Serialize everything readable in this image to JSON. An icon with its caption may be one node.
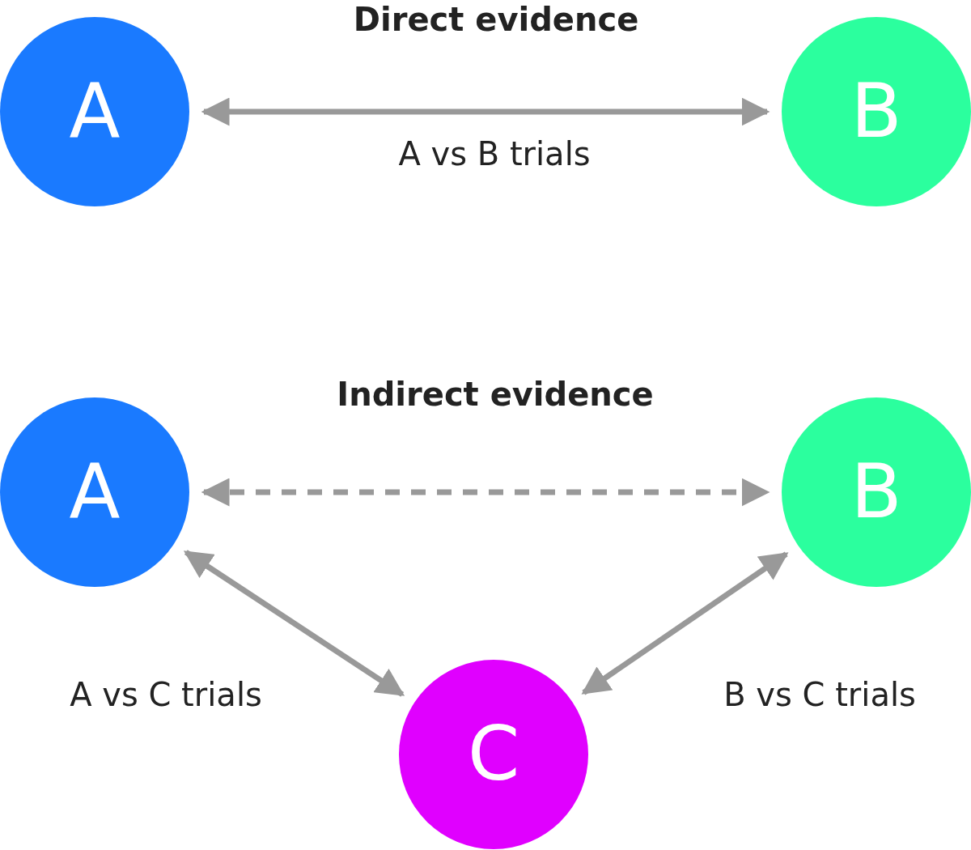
{
  "diagram": {
    "nodes": [
      {
        "text": [
          "A"
        ]
      },
      {
        "text": [
          "B"
        ]
      },
      {
        "text": [
          "A"
        ]
      },
      {
        "text": [
          "B"
        ]
      },
      {
        "text": [
          "C"
        ]
      }
    ],
    "edges": [
      {
        "from": 0,
        "to": 1,
        "arrow": "both",
        "label": "A vs B trials"
      },
      {
        "from": 2,
        "to": 3,
        "arrow": "both",
        "style": "dashed"
      },
      {
        "from": 2,
        "to": 4,
        "arrow": "both",
        "label": "A vs C trials"
      },
      {
        "from": 3,
        "to": 4,
        "arrow": "both",
        "label": "B vs C trials"
      }
    ],
    "labels": [
      "Direct evidence",
      "Indirect evidence"
    ]
  }
}
